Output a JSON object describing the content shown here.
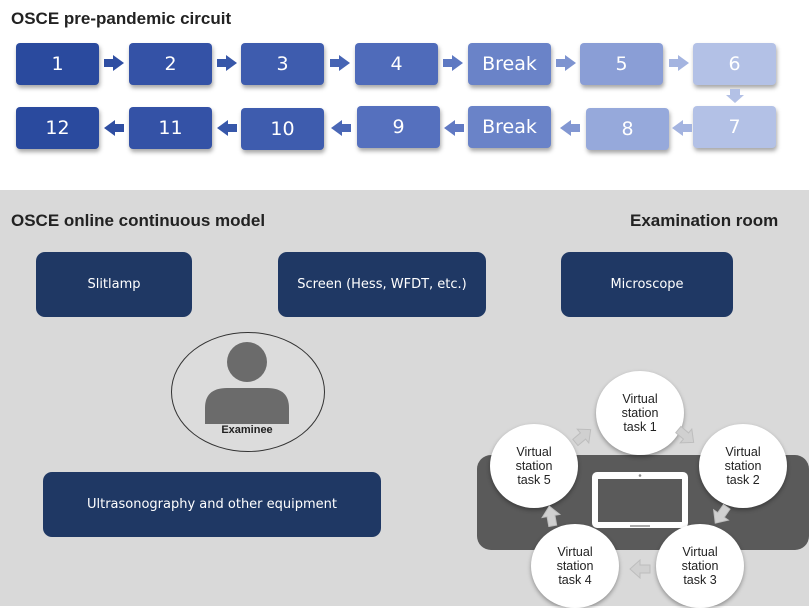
{
  "prepandemic": {
    "title": "OSCE pre-pandemic circuit",
    "row1": [
      {
        "label": "1",
        "color": "#2a4a9e"
      },
      {
        "label": "2",
        "color": "#3452a6"
      },
      {
        "label": "3",
        "color": "#3e5cae"
      },
      {
        "label": "4",
        "color": "#4f6bba"
      },
      {
        "label": "Break",
        "color": "#6a83c8"
      },
      {
        "label": "5",
        "color": "#8a9ed6"
      },
      {
        "label": "6",
        "color": "#b3c1e6"
      }
    ],
    "row2": [
      {
        "label": "12",
        "color": "#2a4a9e"
      },
      {
        "label": "11",
        "color": "#3452a6"
      },
      {
        "label": "10",
        "color": "#3e5cae"
      },
      {
        "label": "9",
        "color": "#5570be"
      },
      {
        "label": "Break",
        "color": "#6a83c8"
      },
      {
        "label": "8",
        "color": "#96a9db"
      },
      {
        "label": "7",
        "color": "#b3c1e6"
      }
    ]
  },
  "online": {
    "title": "OSCE online continuous model",
    "room_title": "Examination room",
    "equipment": {
      "slitlamp": "Slitlamp",
      "screen": "Screen (Hess, WFDT, etc.)",
      "microscope": "Microscope",
      "ultrasonography": "Ultrasonography and other equipment"
    },
    "examinee": "Examinee",
    "stations": [
      {
        "line1": "Virtual",
        "line2": "station",
        "line3": "task 1"
      },
      {
        "line1": "Virtual",
        "line2": "station",
        "line3": "task 2"
      },
      {
        "line1": "Virtual",
        "line2": "station",
        "line3": "task 3"
      },
      {
        "line1": "Virtual",
        "line2": "station",
        "line3": "task 4"
      },
      {
        "line1": "Virtual",
        "line2": "station",
        "line3": "task 5"
      }
    ]
  },
  "colors": {
    "equipment_box": "#1f3864",
    "panel_bg": "#d9d9d9",
    "arrow_dark": "#2a4a9e",
    "arrow_light": "#a9b8e2",
    "console": "#5a5a5a"
  },
  "icons": {
    "person": "person-icon",
    "laptop": "laptop-icon"
  }
}
